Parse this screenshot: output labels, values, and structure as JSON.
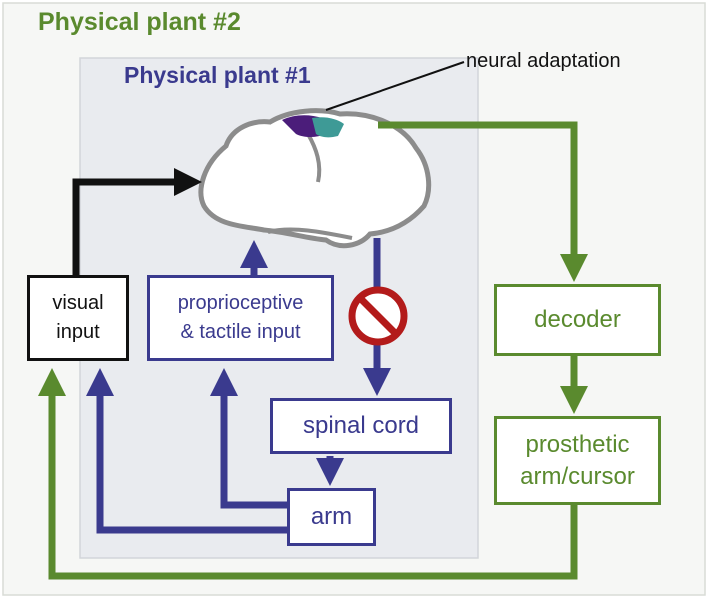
{
  "outer": {
    "title": "Physical plant #2"
  },
  "inner": {
    "title": "Physical plant #1"
  },
  "annotation": {
    "text": "neural adaptation"
  },
  "boxes": {
    "visual_input": {
      "line1": "visual",
      "line2": "input"
    },
    "proprioceptive": {
      "line1": "proprioceptive",
      "line2": "& tactile input"
    },
    "spinal_cord": {
      "label": "spinal cord"
    },
    "arm": {
      "label": "arm"
    },
    "decoder": {
      "label": "decoder"
    },
    "prosthetic": {
      "line1": "prosthetic",
      "line2": "arm/cursor"
    }
  },
  "colors": {
    "green": "#5a8a2e",
    "blue": "#3a3a8e",
    "black": "#111111",
    "inner_panel": "#e9ebef",
    "outer_panel": "#f6f7f5",
    "brain_outline": "#8c8c8c",
    "region_purple": "#4b1d7a",
    "region_teal": "#3e9a96",
    "block_sign": "#b31b1b"
  },
  "icons": {
    "brain": "brain-icon",
    "block": "no-entry-icon"
  }
}
